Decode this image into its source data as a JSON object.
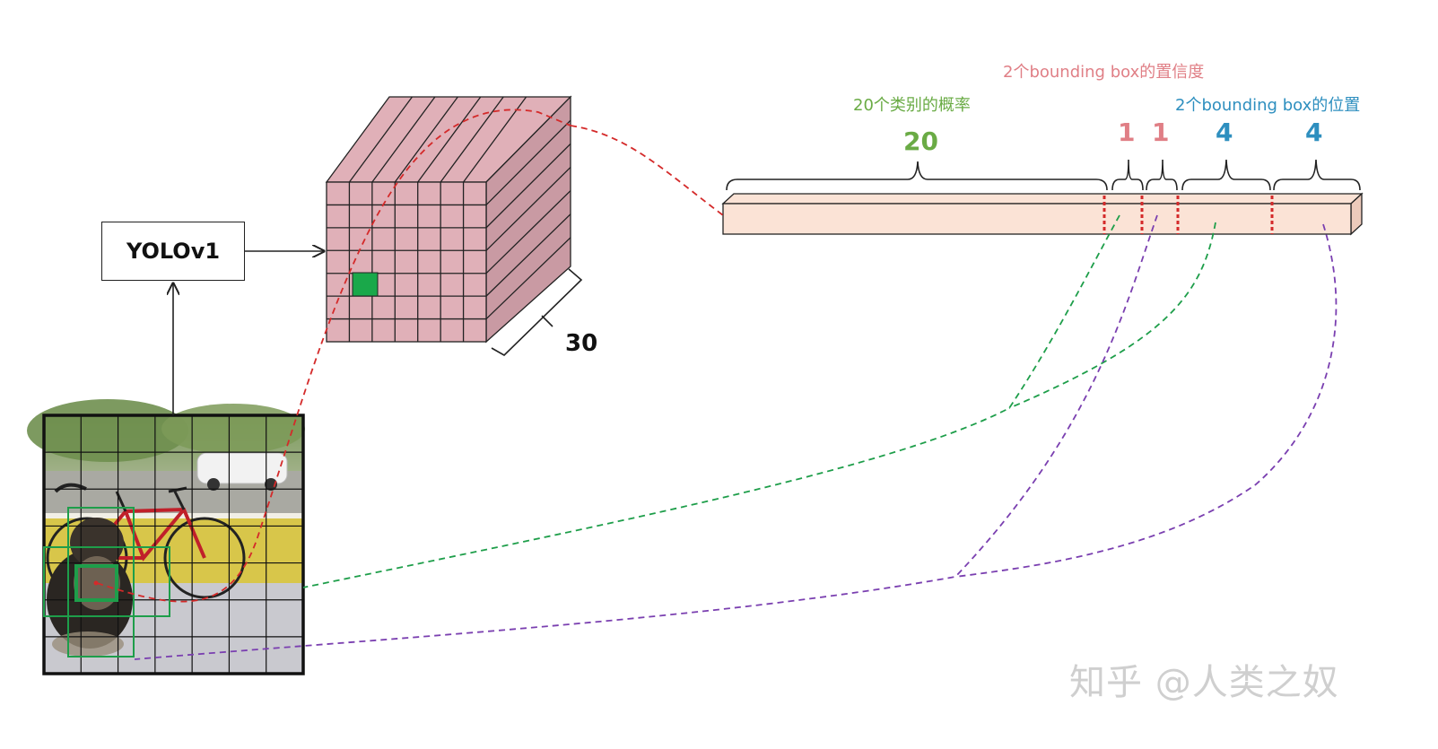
{
  "model": {
    "label": "YOLOv1"
  },
  "tensor": {
    "depth_label": "30",
    "cell_fill": "#e0b0b8",
    "highlight_fill": "#1aa84a"
  },
  "vector": {
    "class_prob_caption": "20个类别的概率",
    "confidence_caption": "2个bounding box的置信度",
    "position_caption": "2个bounding box的位置",
    "segments": [
      {
        "count": "20",
        "color": "#6aab45"
      },
      {
        "count": "1",
        "color": "#e07f86"
      },
      {
        "count": "1",
        "color": "#e07f86"
      },
      {
        "count": "4",
        "color": "#2e8fbf"
      },
      {
        "count": "4",
        "color": "#2e8fbf"
      }
    ],
    "bar_fill": "#fbe3d6"
  },
  "watermark": {
    "text": "知乎 @人类之奴"
  },
  "colors": {
    "red_dash": "#d42a2a",
    "green_dash": "#1e9e4a",
    "purple_dash": "#7a3fb0",
    "box_green": "#1e9e4a"
  }
}
